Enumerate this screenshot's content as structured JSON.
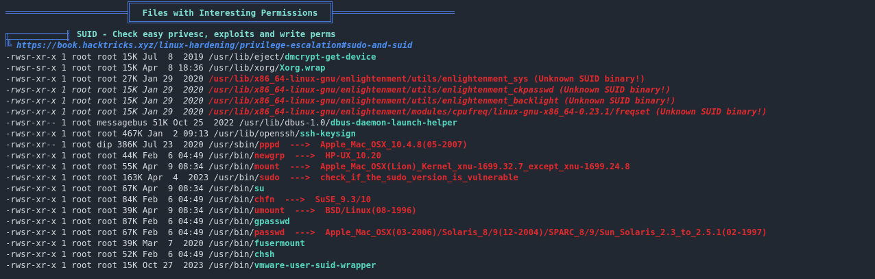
{
  "banner": {
    "title": "Files with Interesting Permissions"
  },
  "section": {
    "title": "SUID - Check easy privesc, exploits and write perms",
    "link": "https://book.hacktricks.xyz/linux-hardening/privilege-escalation#sudo-and-suid",
    "link_arrow": "╚"
  },
  "rows": [
    {
      "meta": "-rwsr-xr-x 1 root root 15K Jul  8  2019 ",
      "dir": "/usr/lib/eject/",
      "bin": "dmcrypt-get-device",
      "kind": "ok",
      "note": "",
      "italic": false
    },
    {
      "meta": "-rwsr-sr-x 1 root root 15K Apr  8 18:36 ",
      "dir": "/usr/lib/xorg/",
      "bin": "Xorg.wrap",
      "kind": "ok",
      "note": "",
      "italic": false
    },
    {
      "meta": "-rwsr-xr-x 1 root root 27K Jan 29  2020 ",
      "dir": "",
      "bin": "/usr/lib/x86_64-linux-gnu/enlightenment/utils/enlightenment_sys (Unknown SUID binary!)",
      "kind": "red",
      "note": "",
      "italic": false
    },
    {
      "meta": "-rwsr-xr-x 1 root root 15K Jan 29  2020 ",
      "dir": "",
      "bin": "/usr/lib/x86_64-linux-gnu/enlightenment/utils/enlightenment_ckpasswd (Unknown SUID binary!)",
      "kind": "red",
      "note": "",
      "italic": true
    },
    {
      "meta": "-rwsr-xr-x 1 root root 15K Jan 29  2020 ",
      "dir": "",
      "bin": "/usr/lib/x86_64-linux-gnu/enlightenment/utils/enlightenment_backlight (Unknown SUID binary!)",
      "kind": "red",
      "note": "",
      "italic": true
    },
    {
      "meta": "-rwsr-xr-x 1 root root 15K Jan 29  2020 ",
      "dir": "",
      "bin": "/usr/lib/x86_64-linux-gnu/enlightenment/modules/cpufreq/linux-gnu-x86_64-0.23.1/freqset (Unknown SUID binary!)",
      "kind": "red",
      "note": "",
      "italic": true
    },
    {
      "meta": "-rwsr-xr-- 1 root messagebus 51K Oct 25  2022 ",
      "dir": "/usr/lib/dbus-1.0/",
      "bin": "dbus-daemon-launch-helper",
      "kind": "ok",
      "note": "",
      "italic": false
    },
    {
      "meta": "-rwsr-xr-x 1 root root 467K Jan  2 09:13 ",
      "dir": "/usr/lib/openssh/",
      "bin": "ssh-keysign",
      "kind": "ok",
      "note": "",
      "italic": false
    },
    {
      "meta": "-rwsr-xr-- 1 root dip 386K Jul 23  2020 ",
      "dir": "/usr/sbin/",
      "bin": "pppd",
      "kind": "red",
      "note": "  --->  Apple_Mac_OSX_10.4.8(05-2007)",
      "italic": false
    },
    {
      "meta": "-rwsr-xr-x 1 root root 44K Feb  6 04:49 ",
      "dir": "/usr/bin/",
      "bin": "newgrp",
      "kind": "red",
      "note": "  --->  HP-UX_10.20",
      "italic": false
    },
    {
      "meta": "-rwsr-xr-x 1 root root 55K Apr  9 08:34 ",
      "dir": "/usr/bin/",
      "bin": "mount",
      "kind": "red",
      "note": "  --->  Apple_Mac_OSX(Lion)_Kernel_xnu-1699.32.7_except_xnu-1699.24.8",
      "italic": false
    },
    {
      "meta": "-rwsr-xr-x 1 root root 163K Apr  4  2023 ",
      "dir": "/usr/bin/",
      "bin": "sudo",
      "kind": "red",
      "note": "  --->  check_if_the_sudo_version_is_vulnerable",
      "italic": false
    },
    {
      "meta": "-rwsr-xr-x 1 root root 67K Apr  9 08:34 ",
      "dir": "/usr/bin/",
      "bin": "su",
      "kind": "ok",
      "note": "",
      "italic": false
    },
    {
      "meta": "-rwsr-xr-x 1 root root 84K Feb  6 04:49 ",
      "dir": "/usr/bin/",
      "bin": "chfn",
      "kind": "red",
      "note": "  --->  SuSE_9.3/10",
      "italic": false
    },
    {
      "meta": "-rwsr-xr-x 1 root root 39K Apr  9 08:34 ",
      "dir": "/usr/bin/",
      "bin": "umount",
      "kind": "red",
      "note": "  --->  BSD/Linux(08-1996)",
      "italic": false
    },
    {
      "meta": "-rwsr-xr-x 1 root root 87K Feb  6 04:49 ",
      "dir": "/usr/bin/",
      "bin": "gpasswd",
      "kind": "ok",
      "note": "",
      "italic": false
    },
    {
      "meta": "-rwsr-xr-x 1 root root 67K Feb  6 04:49 ",
      "dir": "/usr/bin/",
      "bin": "passwd",
      "kind": "red",
      "note": "  --->  Apple_Mac_OSX(03-2006)/Solaris_8/9(12-2004)/SPARC_8/9/Sun_Solaris_2.3_to_2.5.1(02-1997)",
      "italic": false
    },
    {
      "meta": "-rwsr-xr-x 1 root root 39K Mar  7  2020 ",
      "dir": "/usr/bin/",
      "bin": "fusermount",
      "kind": "ok",
      "note": "",
      "italic": false
    },
    {
      "meta": "-rwsr-xr-x 1 root root 52K Feb  6 04:49 ",
      "dir": "/usr/bin/",
      "bin": "chsh",
      "kind": "ok",
      "note": "",
      "italic": false
    },
    {
      "meta": "-rwsr-xr-x 1 root root 15K Oct 27  2023 ",
      "dir": "/usr/bin/",
      "bin": "vmware-user-suid-wrapper",
      "kind": "ok",
      "note": "",
      "italic": false
    }
  ],
  "colors": {
    "background": "#222831",
    "text": "#d4d8de",
    "ok_binary": "#55d6be",
    "vuln": "#e0292d",
    "box_lines": "#4a78d6",
    "link": "#4a8ef0"
  }
}
